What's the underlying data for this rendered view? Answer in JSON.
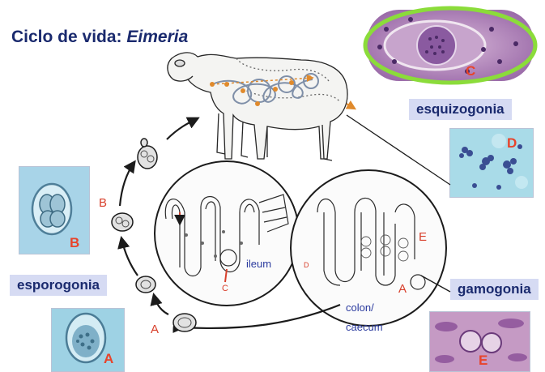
{
  "title": {
    "prefix": "Ciclo de vida: ",
    "genus": "Eimeria"
  },
  "stages": {
    "esquizogonia": "esquizogonia",
    "esporogonia": "esporogonia",
    "gamogonia": "gamogonia"
  },
  "photo_letters": {
    "C": "C",
    "D": "D",
    "B": "B",
    "A": "A",
    "E": "E"
  },
  "diagram_labels": {
    "B": "B",
    "A": "A",
    "ileum": "ileum",
    "colon": "colon/",
    "caecum": "caecum",
    "E": "E",
    "A_gut": "A",
    "D_small": "D",
    "C_small": "C"
  },
  "colors": {
    "title": "#1a2a6e",
    "band": "#d6dbf3",
    "letter_red": "#e8432a",
    "ring_green": "#8bdc3a",
    "orange_arrow": "#e08a2c"
  }
}
